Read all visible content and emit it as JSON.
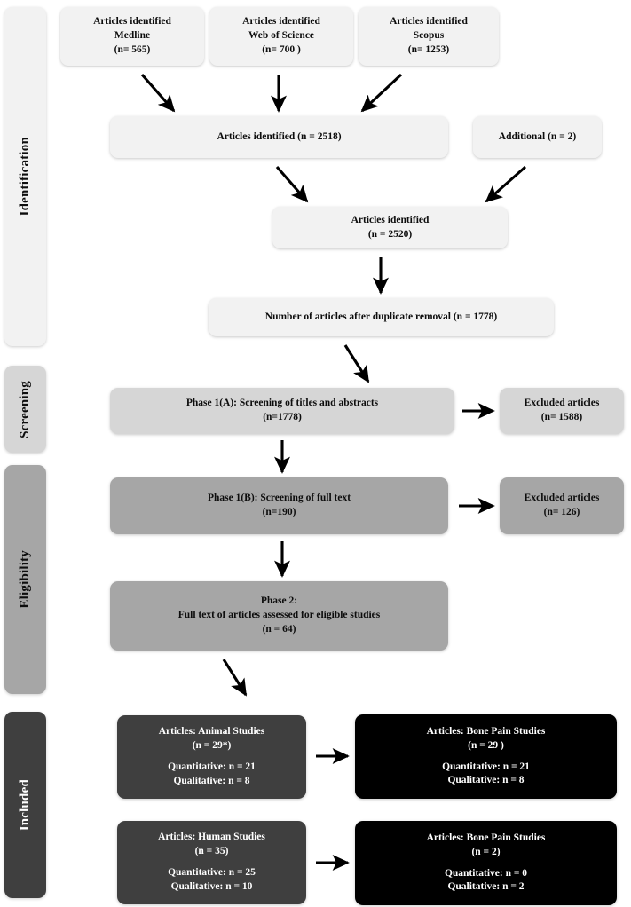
{
  "diagram": {
    "title": "PRISMA flow diagram of study selection",
    "type": "flowchart",
    "colors": {
      "identification_band": "#f2f2f2",
      "screening_band": "#d6d6d6",
      "eligibility_band": "#a6a6a6",
      "included_band": "#3f3f3f",
      "arrow": "#000000",
      "page_background": "#ffffff"
    }
  },
  "stages": [
    {
      "id": "identification",
      "label": "Identification",
      "tone": "lightest"
    },
    {
      "id": "screening",
      "label": "Screening",
      "tone": "light"
    },
    {
      "id": "eligibility",
      "label": "Eligibility",
      "tone": "mid"
    },
    {
      "id": "included",
      "label": "Included",
      "tone": "dark"
    }
  ],
  "boxes": {
    "medline": {
      "l1": "Articles identified",
      "l2": "Medline",
      "l3": "(n= 565)"
    },
    "wos": {
      "l1": "Articles identified",
      "l2": "Web of Science",
      "l3": "(n= 700 )"
    },
    "scopus": {
      "l1": "Articles identified",
      "l2": "Scopus",
      "l3": "(n= 1253)"
    },
    "merged2518": {
      "l1": "Articles identified (n = 2518)"
    },
    "additional": {
      "l1": "Additional (n = 2)"
    },
    "merged2520": {
      "l1": "Articles identified",
      "l2": "(n = 2520)"
    },
    "dedup": {
      "l1": "Number of articles after duplicate removal (n = 1778)"
    },
    "phase1a": {
      "l1": "Phase 1(A): Screening of titles and abstracts",
      "l2": "(n=1778)"
    },
    "excluded1588": {
      "l1": "Excluded articles",
      "l2": "(n= 1588)"
    },
    "phase1b": {
      "l1": "Phase 1(B): Screening of full text",
      "l2": "(n=190)"
    },
    "excluded126": {
      "l1": "Excluded articles",
      "l2": "(n= 126)"
    },
    "phase2": {
      "l1": "Phase 2:",
      "l2": "Full text of articles assessed for eligible studies",
      "l3": "(n = 64)"
    },
    "animal": {
      "l1": "Articles: Animal Studies",
      "l2": "(n = 29*)",
      "l3": "Quantitative: n = 21",
      "l4": "Qualitative: n = 8"
    },
    "animal_bone": {
      "l1": "Articles: Bone Pain Studies",
      "l2": "(n = 29 )",
      "l3": "Quantitative: n = 21",
      "l4": "Qualitative: n = 8"
    },
    "human": {
      "l1": "Articles: Human Studies",
      "l2": "(n = 35)",
      "l3": "Quantitative: n = 25",
      "l4": "Qualitative: n = 10"
    },
    "human_bone": {
      "l1": "Articles: Bone Pain Studies",
      "l2": "(n = 2)",
      "l3": "Quantitative: n = 0",
      "l4": "Qualitative: n = 2"
    }
  },
  "chart_data": {
    "type": "flow",
    "title": "PRISMA study selection flow",
    "nodes": [
      {
        "id": "medline",
        "stage": "Identification",
        "label": "Articles identified Medline",
        "n": 565
      },
      {
        "id": "wos",
        "stage": "Identification",
        "label": "Articles identified Web of Science",
        "n": 700
      },
      {
        "id": "scopus",
        "stage": "Identification",
        "label": "Articles identified Scopus",
        "n": 1253
      },
      {
        "id": "merged2518",
        "stage": "Identification",
        "label": "Articles identified",
        "n": 2518
      },
      {
        "id": "additional",
        "stage": "Identification",
        "label": "Additional",
        "n": 2
      },
      {
        "id": "merged2520",
        "stage": "Identification",
        "label": "Articles identified",
        "n": 2520
      },
      {
        "id": "dedup",
        "stage": "Identification",
        "label": "Number of articles after duplicate removal",
        "n": 1778
      },
      {
        "id": "phase1a",
        "stage": "Screening",
        "label": "Phase 1(A): Screening of titles and abstracts",
        "n": 1778
      },
      {
        "id": "excluded1588",
        "stage": "Screening",
        "label": "Excluded articles",
        "n": 1588
      },
      {
        "id": "phase1b",
        "stage": "Eligibility",
        "label": "Phase 1(B): Screening of full text",
        "n": 190
      },
      {
        "id": "excluded126",
        "stage": "Eligibility",
        "label": "Excluded articles",
        "n": 126
      },
      {
        "id": "phase2",
        "stage": "Eligibility",
        "label": "Phase 2: Full text of articles assessed for eligible studies",
        "n": 64
      },
      {
        "id": "animal",
        "stage": "Included",
        "label": "Articles: Animal Studies",
        "n": 29,
        "quantitative": 21,
        "qualitative": 8
      },
      {
        "id": "animal_bone",
        "stage": "Included",
        "label": "Articles: Bone Pain Studies",
        "n": 29,
        "quantitative": 21,
        "qualitative": 8
      },
      {
        "id": "human",
        "stage": "Included",
        "label": "Articles: Human Studies",
        "n": 35,
        "quantitative": 25,
        "qualitative": 10
      },
      {
        "id": "human_bone",
        "stage": "Included",
        "label": "Articles: Bone Pain Studies",
        "n": 2,
        "quantitative": 0,
        "qualitative": 2
      }
    ],
    "edges": [
      {
        "from": "medline",
        "to": "merged2518"
      },
      {
        "from": "wos",
        "to": "merged2518"
      },
      {
        "from": "scopus",
        "to": "merged2518"
      },
      {
        "from": "merged2518",
        "to": "merged2520"
      },
      {
        "from": "additional",
        "to": "merged2520"
      },
      {
        "from": "merged2520",
        "to": "dedup"
      },
      {
        "from": "dedup",
        "to": "phase1a"
      },
      {
        "from": "phase1a",
        "to": "excluded1588"
      },
      {
        "from": "phase1a",
        "to": "phase1b"
      },
      {
        "from": "phase1b",
        "to": "excluded126"
      },
      {
        "from": "phase1b",
        "to": "phase2"
      },
      {
        "from": "phase2",
        "to": "animal"
      },
      {
        "from": "animal",
        "to": "animal_bone"
      },
      {
        "from": "human",
        "to": "human_bone"
      }
    ]
  }
}
